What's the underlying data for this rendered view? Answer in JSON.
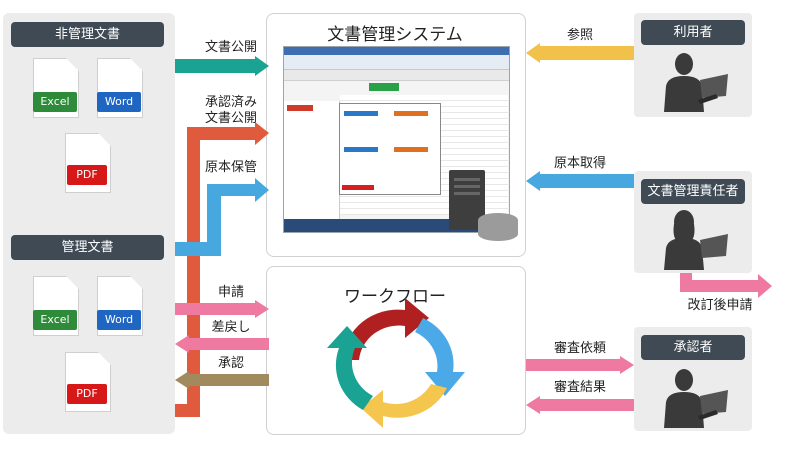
{
  "left_panel": {
    "unmanaged_label": "非管理文書",
    "managed_label": "管理文書",
    "unmanaged_docs": [
      "Excel",
      "Word",
      "PDF"
    ],
    "managed_docs": [
      "Excel",
      "Word",
      "PDF"
    ]
  },
  "system": {
    "title": "文書管理システム"
  },
  "workflow": {
    "title": "ワークフロー"
  },
  "arrows_left": {
    "publish": "文書公開",
    "approved_publish_line1": "承認済み",
    "approved_publish_line2": "文書公開",
    "original_storage": "原本保管",
    "apply": "申請",
    "return": "差戻し",
    "approve": "承認"
  },
  "arrows_right": {
    "reference": "参照",
    "get_original": "原本取得",
    "revise_apply": "改訂後申請",
    "review_request": "審査依頼",
    "review_result": "審査結果"
  },
  "actors": {
    "user": "利用者",
    "doc_manager": "文書管理責任者",
    "approver": "承認者"
  },
  "colors": {
    "teal": "#1aa293",
    "orange": "#e05a3e",
    "blue": "#47a8e0",
    "pink": "#ee7aa1",
    "olive": "#a08a5e",
    "yellow": "#f2c14a",
    "dark_label": "#3f4a54"
  }
}
